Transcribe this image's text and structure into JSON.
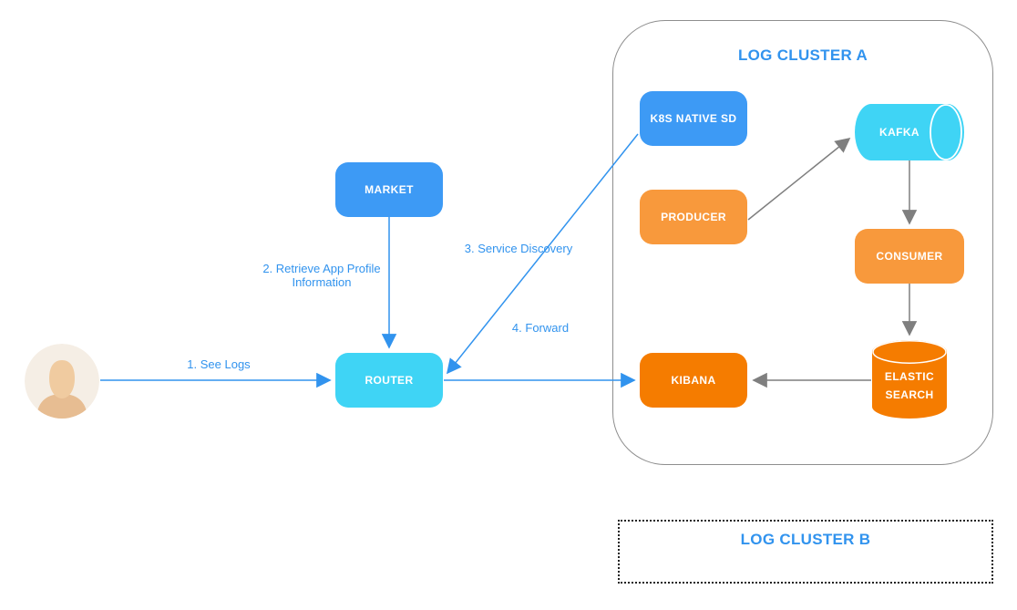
{
  "clusters": {
    "a": {
      "title": "LOG CLUSTER A"
    },
    "b": {
      "title": "LOG CLUSTER B"
    }
  },
  "nodes": {
    "market": "MARKET",
    "router": "ROUTER",
    "k8s_native_sd": "K8S NATIVE SD",
    "producer": "PRODUCER",
    "kafka": "KAFKA",
    "consumer": "CONSUMER",
    "kibana": "KIBANA",
    "elastic_search": "ELASTIC SEARCH"
  },
  "edges": {
    "see_logs": "1. See Logs",
    "retrieve_profile": "2. Retrieve App Profile Information",
    "service_discovery": "3. Service Discovery",
    "forward": "4. Forward"
  },
  "icons": {
    "avatar": "user-avatar-icon"
  },
  "colors": {
    "node-blue": "#3D9AF5",
    "node-cyan": "#3FD4F5",
    "node-orange": "#F8993C",
    "node-dark-orange": "#F57C00",
    "accent-blue": "#3193EE",
    "arrow-gray": "#7F7F7F",
    "border-gray": "#8E8E8E",
    "avatar-bg": "#F5EEE5",
    "avatar-skin": "#F0CBA0",
    "avatar-body": "#E7BD92"
  }
}
